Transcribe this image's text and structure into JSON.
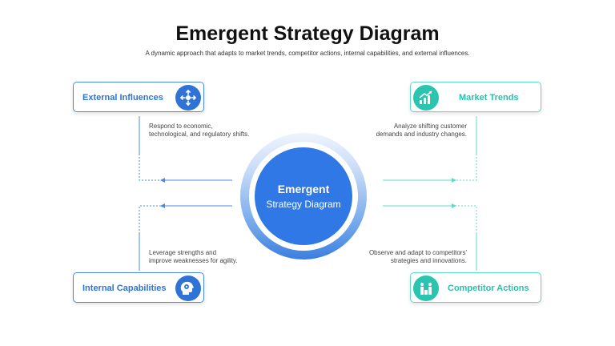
{
  "header": {
    "title": "Emergent Strategy Diagram",
    "subtitle": "A dynamic approach that adapts to market trends, competitor actions, internal capabilities, and external influences."
  },
  "center": {
    "line1": "Emergent",
    "line2": "Strategy Diagram"
  },
  "nodes": {
    "external": {
      "label": "External Influences",
      "desc_line1": "Respond to economic,",
      "desc_line2": "technological, and regulatory shifts.",
      "icon": "arrows-outward-icon"
    },
    "market": {
      "label": "Market Trends",
      "desc_line1": "Analyze shifting customer",
      "desc_line2": "demands and industry changes.",
      "icon": "growth-chart-icon"
    },
    "internal": {
      "label": "Internal Capabilities",
      "desc_line1": "Leverage strengths and",
      "desc_line2": "improve weaknesses for agility.",
      "icon": "head-gears-icon"
    },
    "competitor": {
      "label": "Competitor Actions",
      "desc_line1": "Observe and adapt to competitors'",
      "desc_line2": "strategies and innovations.",
      "icon": "competitors-icon"
    }
  },
  "colors": {
    "blue_accent": "#2f73d6",
    "teal_accent": "#2bc4af",
    "center_fill": "#2f78e6"
  }
}
